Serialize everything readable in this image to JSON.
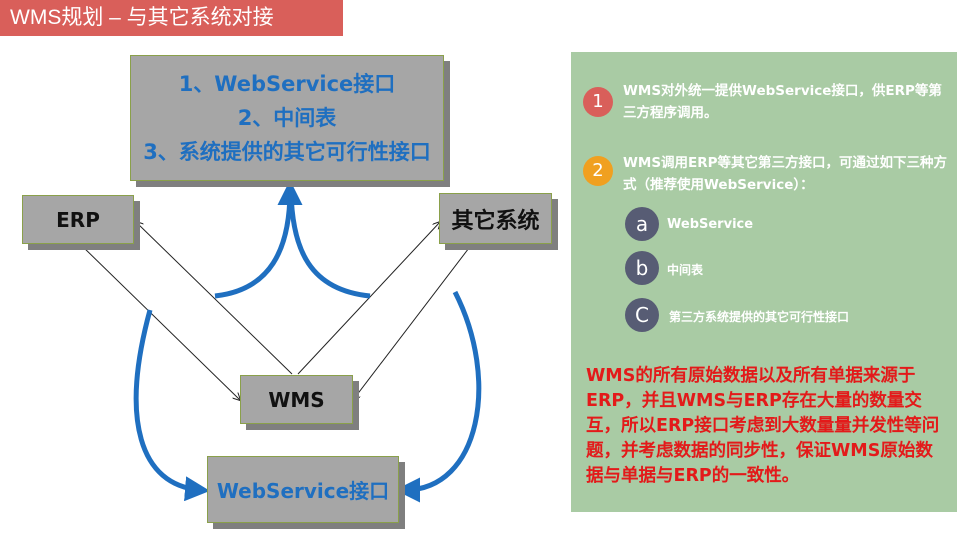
{
  "title": "WMS规划 – 与其它系统对接",
  "diagram": {
    "top_box": [
      "1、WebService接口",
      "2、中间表",
      "3、系统提供的其它可行性接口"
    ],
    "erp": "ERP",
    "other": "其它系统",
    "wms": "WMS",
    "webservice": "WebService接口"
  },
  "panel": {
    "item1": {
      "num": "1",
      "text": "WMS对外统一提供WebService接口，供ERP等第三方程序调用。"
    },
    "item2": {
      "num": "2",
      "text": "WMS调用ERP等其它第三方接口，可通过如下三种方式（推荐使用WebService）："
    },
    "subs": [
      {
        "letter": "a",
        "text": "WebService"
      },
      {
        "letter": "b",
        "text": "中间表"
      },
      {
        "letter": "C",
        "text": "第三方系统提供的其它可行性接口"
      }
    ],
    "note": "WMS的所有原始数据以及所有单据来源于ERP，并且WMS与ERP存在大量的数量交互，所以ERP接口考虑到大数量量并发性等问题，并考虑数据的同步性，保证WMS原始数据与单据与ERP的一致性。"
  },
  "colors": {
    "title_bg": "#d95f5a",
    "panel_bg": "#a9cba4",
    "arrow_blue": "#1f6fc0",
    "note_red": "#e31a1a"
  }
}
